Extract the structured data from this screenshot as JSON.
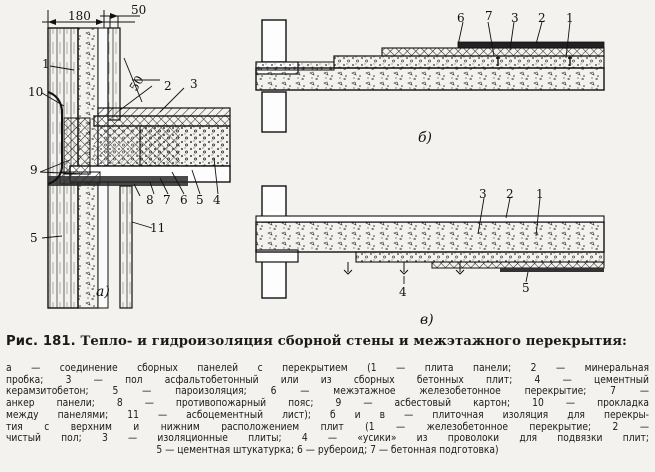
{
  "figure": {
    "dims": {
      "d180": "180",
      "d50a": "50",
      "d50b": "50"
    },
    "labels_a": {
      "n1": "1",
      "n2": "2",
      "n3": "3",
      "n4": "4",
      "n5": "5",
      "n6": "6",
      "n7": "7",
      "n8": "8",
      "n9": "9",
      "n10": "10",
      "n11": "11",
      "n5b": "5"
    },
    "labels_b": {
      "n6": "6",
      "n7": "7",
      "n3": "3",
      "n2": "2",
      "n1": "1"
    },
    "labels_c": {
      "n3": "3",
      "n2": "2",
      "n1": "1",
      "n4": "4",
      "n5": "5"
    },
    "panel_a": "а)",
    "panel_b": "б)",
    "panel_c": "в)"
  },
  "caption": {
    "number": "Рис. 181.",
    "title": "Тепло- и гидроизоляция сборной стены и межэтажного перекрытия:"
  },
  "legend_lines": [
    "а — соединение сборных панелей с перекрытием (1 — плита панели; 2 — минеральная",
    "пробка; 3 — пол асфальтобетонный или из сборных бетонных плит; 4 — цементный",
    "керамзитобетон; 5 — пароизоляция; 6 — межэтажное железобетонное перекрытие; 7 —",
    "анкер панели; 8 — противопожарный пояс; 9 — асбестовый картон; 10 — прокладка",
    "между панелями; 11 — асбоцементный лист); б и в — плиточная изоляция для перекры-",
    "тия с верхним и нижним расположением плит (1 — железобетонное перекрытие; 2 —",
    "чистый пол; 3 — изоляционные плиты; 4 — «усики» из проволоки для подвязки плит;",
    "5 — цементная штукатурка; 6 — рубероид; 7 — бетонная подготовка)"
  ]
}
